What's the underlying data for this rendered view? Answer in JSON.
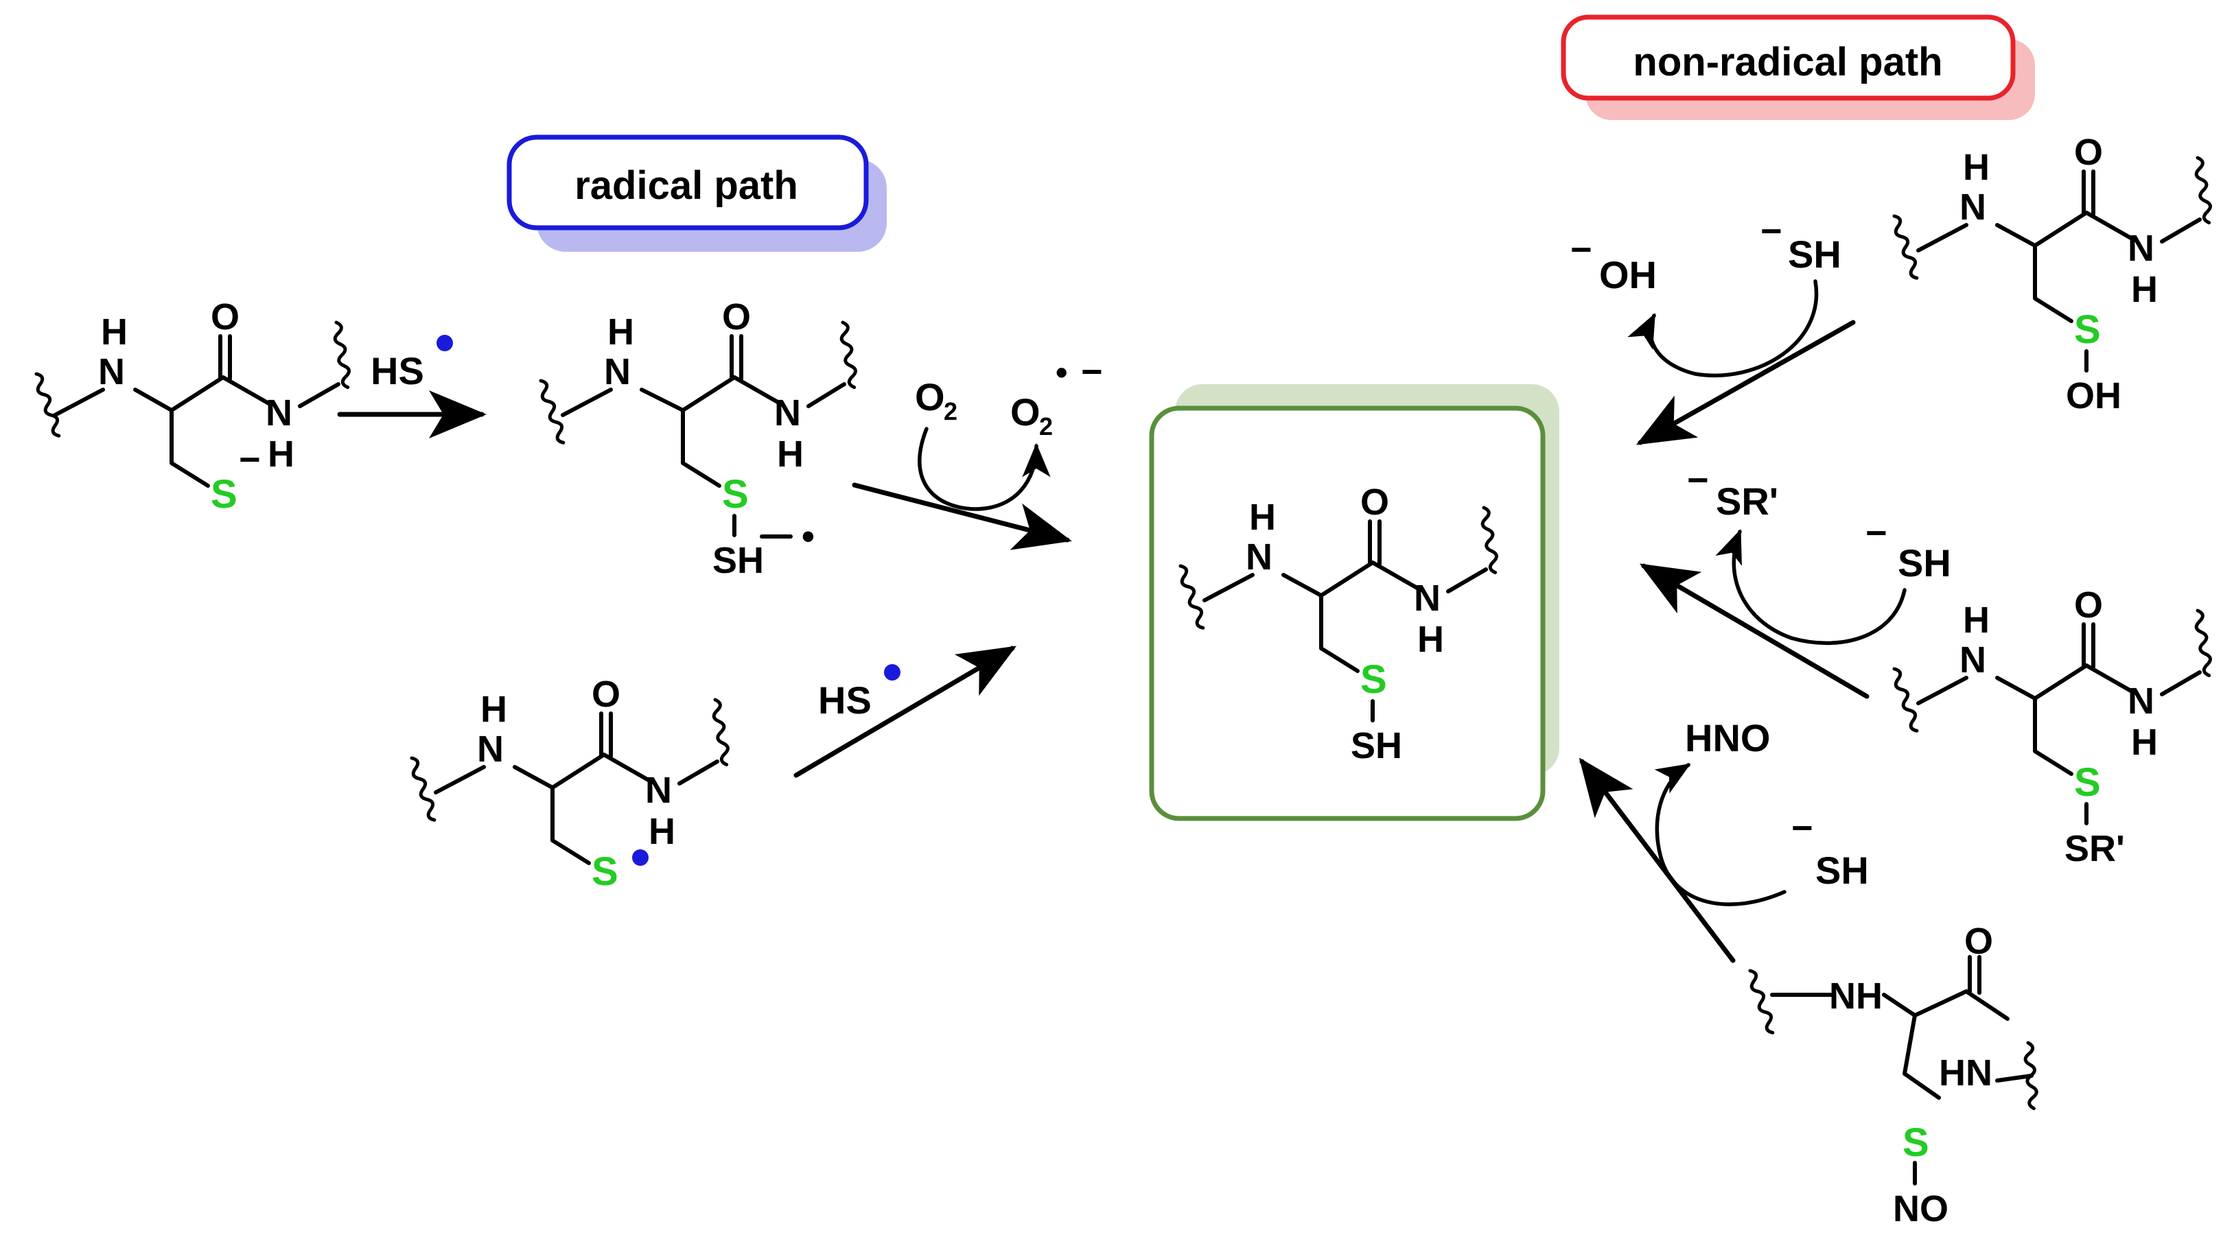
{
  "labels": {
    "radical_path": "radical path",
    "non_radical_path": "non-radical path"
  },
  "atoms": {
    "NH": "NH",
    "N": "N",
    "H": "H",
    "O": "O",
    "S": "S",
    "SH": "SH",
    "OH": "OH",
    "SR": "SR'",
    "NO": "NO",
    "HN": "HN",
    "minus": "−",
    "radical_dot": "•"
  },
  "reagents": {
    "hs_radical": "HS",
    "o2": "O",
    "o2_sub": "2",
    "superoxide": "O",
    "hydroxide": "OH",
    "hydrosulfide": "SH",
    "thiolate": "SR'",
    "hno": "HNO"
  },
  "colors": {
    "radical_box": "#1a1adb",
    "radical_shadow": "#b9b9f0",
    "nonradical_box": "#e8232a",
    "nonradical_shadow": "#f7bcbd",
    "product_box": "#5a8f3c",
    "product_shadow": "#d3e2c5",
    "sulfur": "#22cc22",
    "radical_dot": "#1a1adb"
  }
}
